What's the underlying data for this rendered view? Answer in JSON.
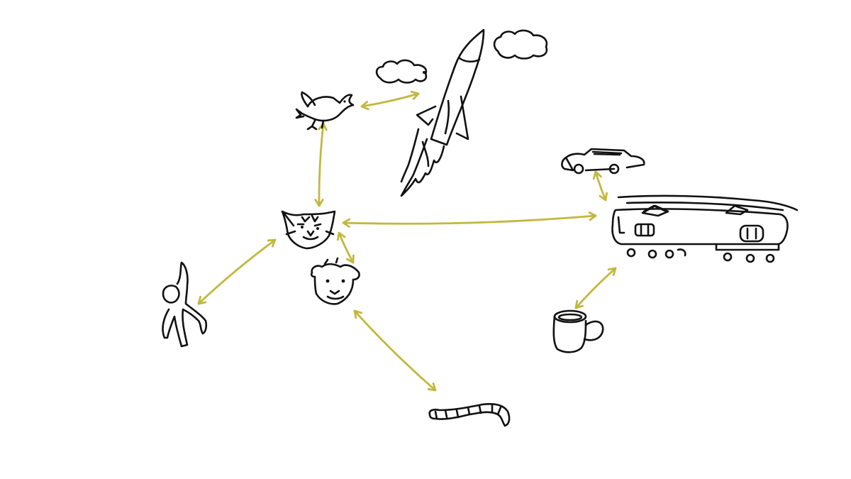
{
  "colors": {
    "background": "#ffffff",
    "ink": "#111111",
    "connector": "#c2b83f"
  },
  "nodes": [
    {
      "id": "bird",
      "icon": "bird-icon"
    },
    {
      "id": "rocket",
      "icon": "rocket-icon"
    },
    {
      "id": "cloud-left",
      "icon": "cloud-icon"
    },
    {
      "id": "cloud-right",
      "icon": "cloud-icon"
    },
    {
      "id": "car",
      "icon": "car-icon"
    },
    {
      "id": "train",
      "icon": "train-icon"
    },
    {
      "id": "cat",
      "icon": "cat-face-icon"
    },
    {
      "id": "dog",
      "icon": "dog-face-icon"
    },
    {
      "id": "person",
      "icon": "person-icon"
    },
    {
      "id": "cup",
      "icon": "coffee-cup-icon"
    },
    {
      "id": "worm",
      "icon": "caterpillar-icon"
    }
  ],
  "edges": [
    {
      "from": "bird",
      "to": "rocket",
      "direction": "both"
    },
    {
      "from": "bird",
      "to": "cat",
      "direction": "both"
    },
    {
      "from": "cat",
      "to": "train",
      "direction": "both"
    },
    {
      "from": "cat",
      "to": "dog",
      "direction": "both"
    },
    {
      "from": "cat",
      "to": "person",
      "direction": "both"
    },
    {
      "from": "dog",
      "to": "worm",
      "direction": "both"
    },
    {
      "from": "car",
      "to": "train",
      "direction": "both"
    },
    {
      "from": "train",
      "to": "cup",
      "direction": "both"
    }
  ]
}
